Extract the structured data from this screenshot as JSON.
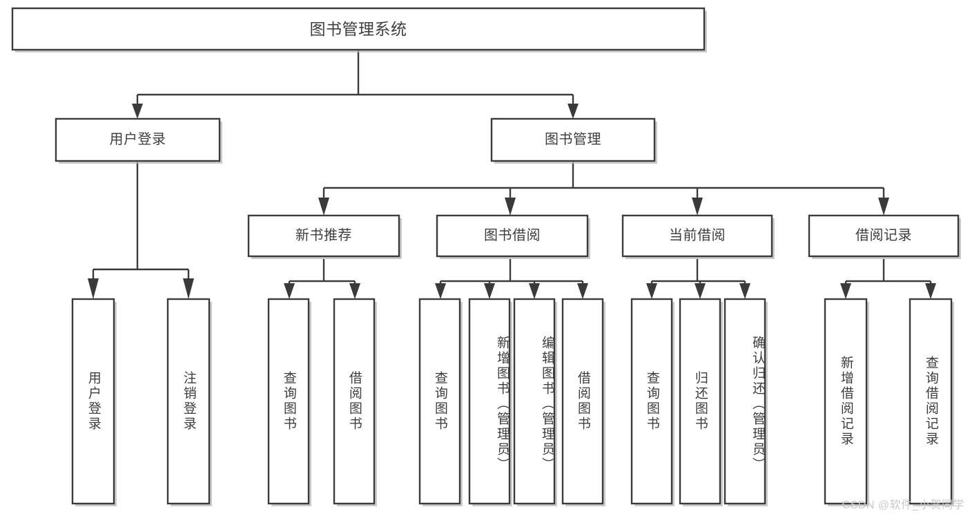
{
  "diagram": {
    "type": "tree-hierarchy",
    "root": {
      "label": "图书管理系统"
    },
    "level2": [
      {
        "label": "用户登录"
      },
      {
        "label": "图书管理"
      }
    ],
    "level3": [
      {
        "label": "新书推荐"
      },
      {
        "label": "图书借阅"
      },
      {
        "label": "当前借阅"
      },
      {
        "label": "借阅记录"
      }
    ],
    "leaves": {
      "user_login": [
        {
          "label": "用户登录"
        },
        {
          "label": "注销登录"
        }
      ],
      "new_book_recommend": [
        {
          "label": "查询图书"
        },
        {
          "label": "借阅图书"
        }
      ],
      "book_borrow": [
        {
          "label": "查询图书"
        },
        {
          "label": "新增图书（管理员）"
        },
        {
          "label": "编辑图书（管理员）"
        },
        {
          "label": "借阅图书"
        }
      ],
      "current_borrow": [
        {
          "label": "查询图书"
        },
        {
          "label": "归还图书"
        },
        {
          "label": "确认归还（管理员）"
        }
      ],
      "borrow_record": [
        {
          "label": "新增借阅记录"
        },
        {
          "label": "查询借阅记录"
        }
      ]
    }
  },
  "watermark": {
    "text": "CSDN @软件_小贺同学"
  },
  "colors": {
    "box_stroke": "#3a3a3a",
    "box_fill": "#ffffff",
    "text": "#3d3d3d",
    "shadow": "#b9b9b9",
    "watermark": "#c9c9c9",
    "background": "#ffffff"
  }
}
